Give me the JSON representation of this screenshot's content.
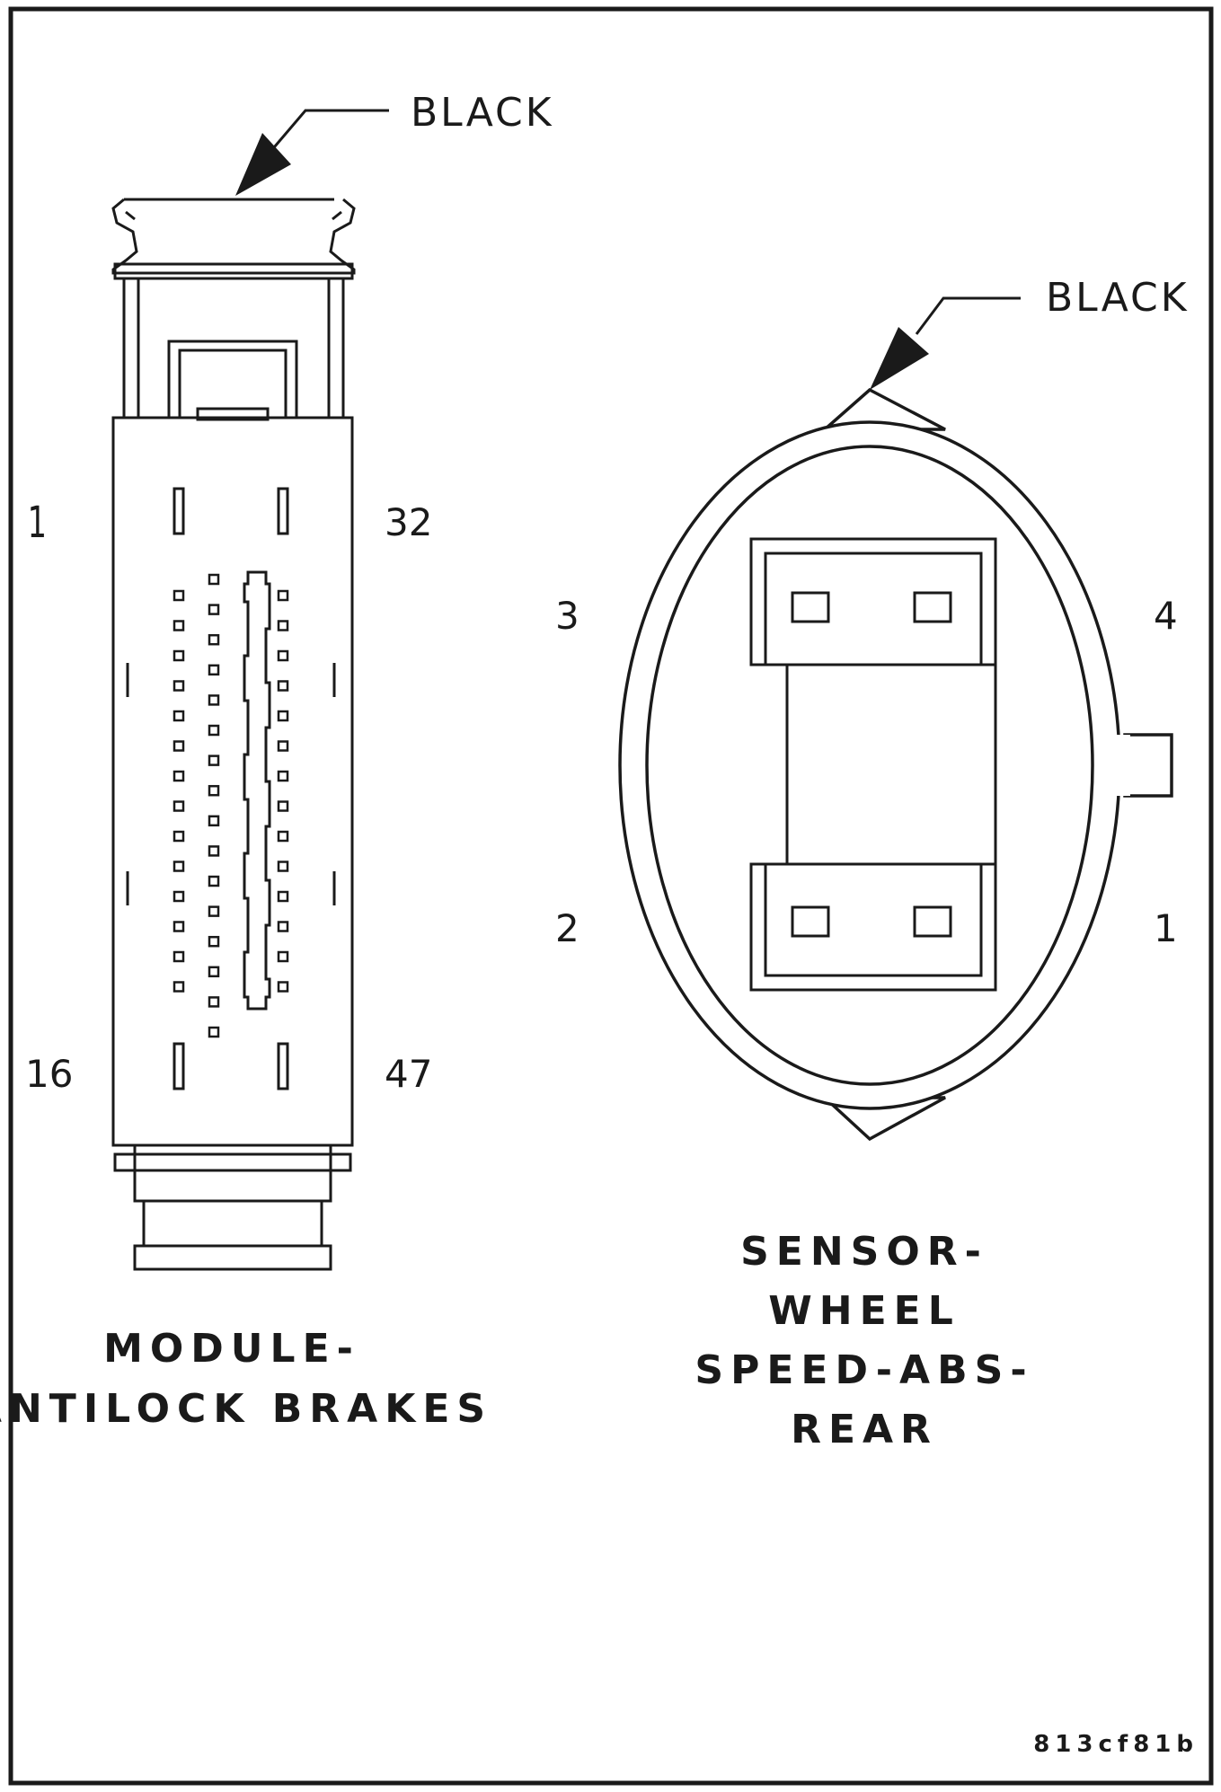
{
  "module_connector": {
    "color_label": "BLACK",
    "pins": {
      "top_left": "1",
      "top_right": "32",
      "bottom_left": "16",
      "bottom_right": "47"
    },
    "title_lines": [
      "MODULE-",
      "ANTILOCK BRAKES"
    ]
  },
  "sensor_connector": {
    "color_label": "BLACK",
    "pins": {
      "top_left": "3",
      "top_right": "4",
      "bottom_left": "2",
      "bottom_right": "1"
    },
    "title_lines": [
      "SENSOR-",
      "WHEEL",
      "SPEED-ABS-",
      "REAR"
    ]
  },
  "figure_code": "813cf81b"
}
